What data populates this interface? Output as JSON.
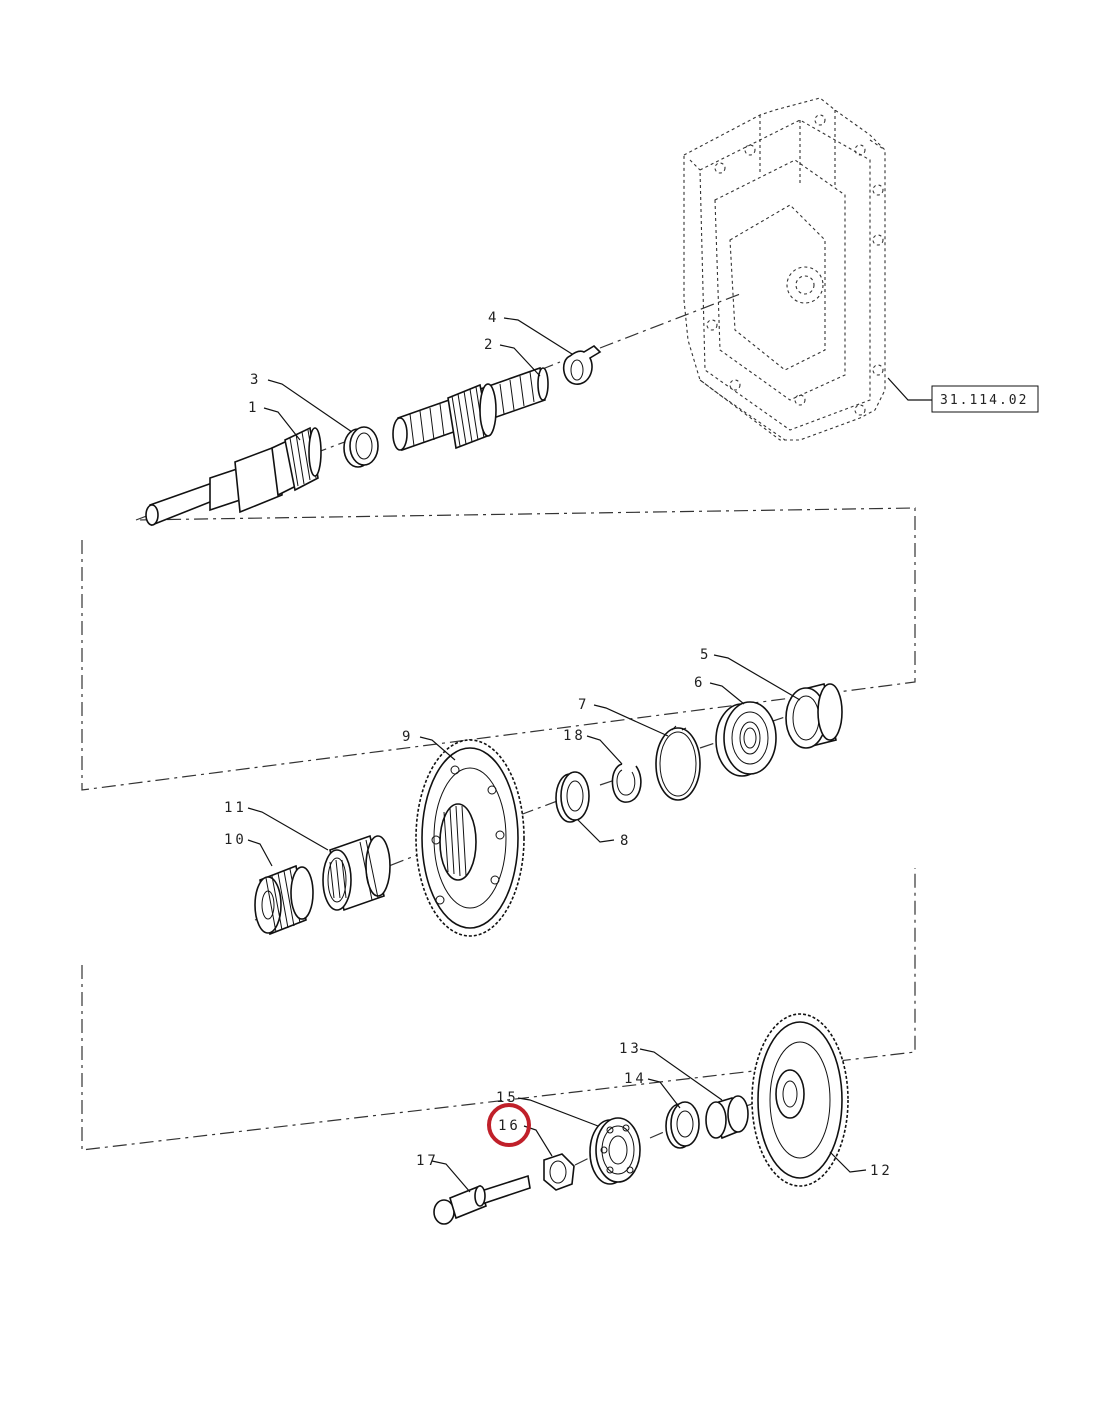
{
  "reference_box": {
    "text": "31.114.02"
  },
  "callouts": [
    {
      "id": "c1",
      "text": "1"
    },
    {
      "id": "c2",
      "text": "2"
    },
    {
      "id": "c3",
      "text": "3"
    },
    {
      "id": "c4",
      "text": "4"
    },
    {
      "id": "c5",
      "text": "5"
    },
    {
      "id": "c6",
      "text": "6"
    },
    {
      "id": "c7",
      "text": "7"
    },
    {
      "id": "c8",
      "text": "8"
    },
    {
      "id": "c9",
      "text": "9"
    },
    {
      "id": "c10",
      "text": "10"
    },
    {
      "id": "c11",
      "text": "11"
    },
    {
      "id": "c12",
      "text": "12"
    },
    {
      "id": "c13",
      "text": "13"
    },
    {
      "id": "c14",
      "text": "14"
    },
    {
      "id": "c15",
      "text": "15"
    },
    {
      "id": "c16",
      "text": "16"
    },
    {
      "id": "c17",
      "text": "17"
    },
    {
      "id": "c18",
      "text": "18"
    }
  ],
  "highlight": {
    "callout": "16",
    "color": "#c0202a"
  }
}
